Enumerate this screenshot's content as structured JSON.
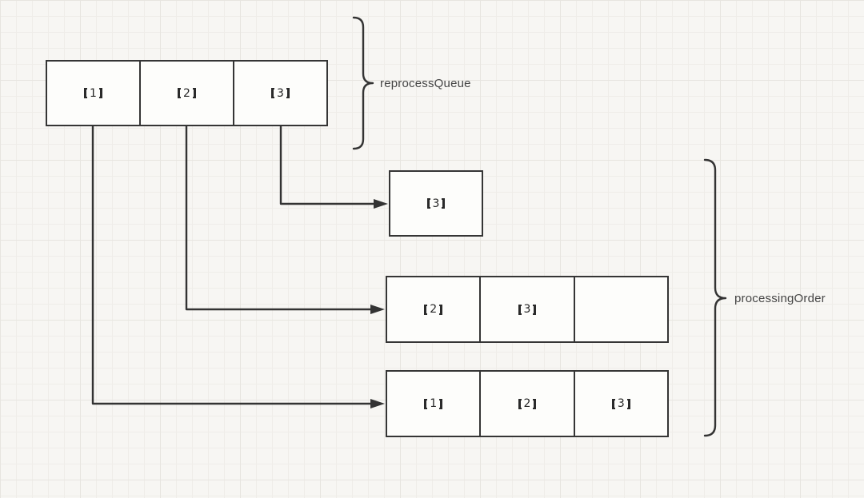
{
  "queue": {
    "brace_label": "reprocessQueue",
    "cells": [
      {
        "label": "【1】",
        "number": "1"
      },
      {
        "label": "【2】",
        "number": "2"
      },
      {
        "label": "【3】",
        "number": "3"
      }
    ]
  },
  "processing_order": {
    "brace_label": "processingOrder",
    "steps": [
      {
        "cells": [
          {
            "label": "【3】",
            "number": "3"
          }
        ]
      },
      {
        "cells": [
          {
            "label": "【2】",
            "number": "2"
          },
          {
            "label": "【3】",
            "number": "3"
          },
          {
            "label": "",
            "number": ""
          }
        ]
      },
      {
        "cells": [
          {
            "label": "【1】",
            "number": "1"
          },
          {
            "label": "【2】",
            "number": "2"
          },
          {
            "label": "【3】",
            "number": "3"
          }
        ]
      }
    ]
  },
  "colors": {
    "stroke": "#333333",
    "text": "#262626",
    "label_text": "#454545",
    "background": "#f7f6f3",
    "node_fill": "#fdfdfb"
  }
}
